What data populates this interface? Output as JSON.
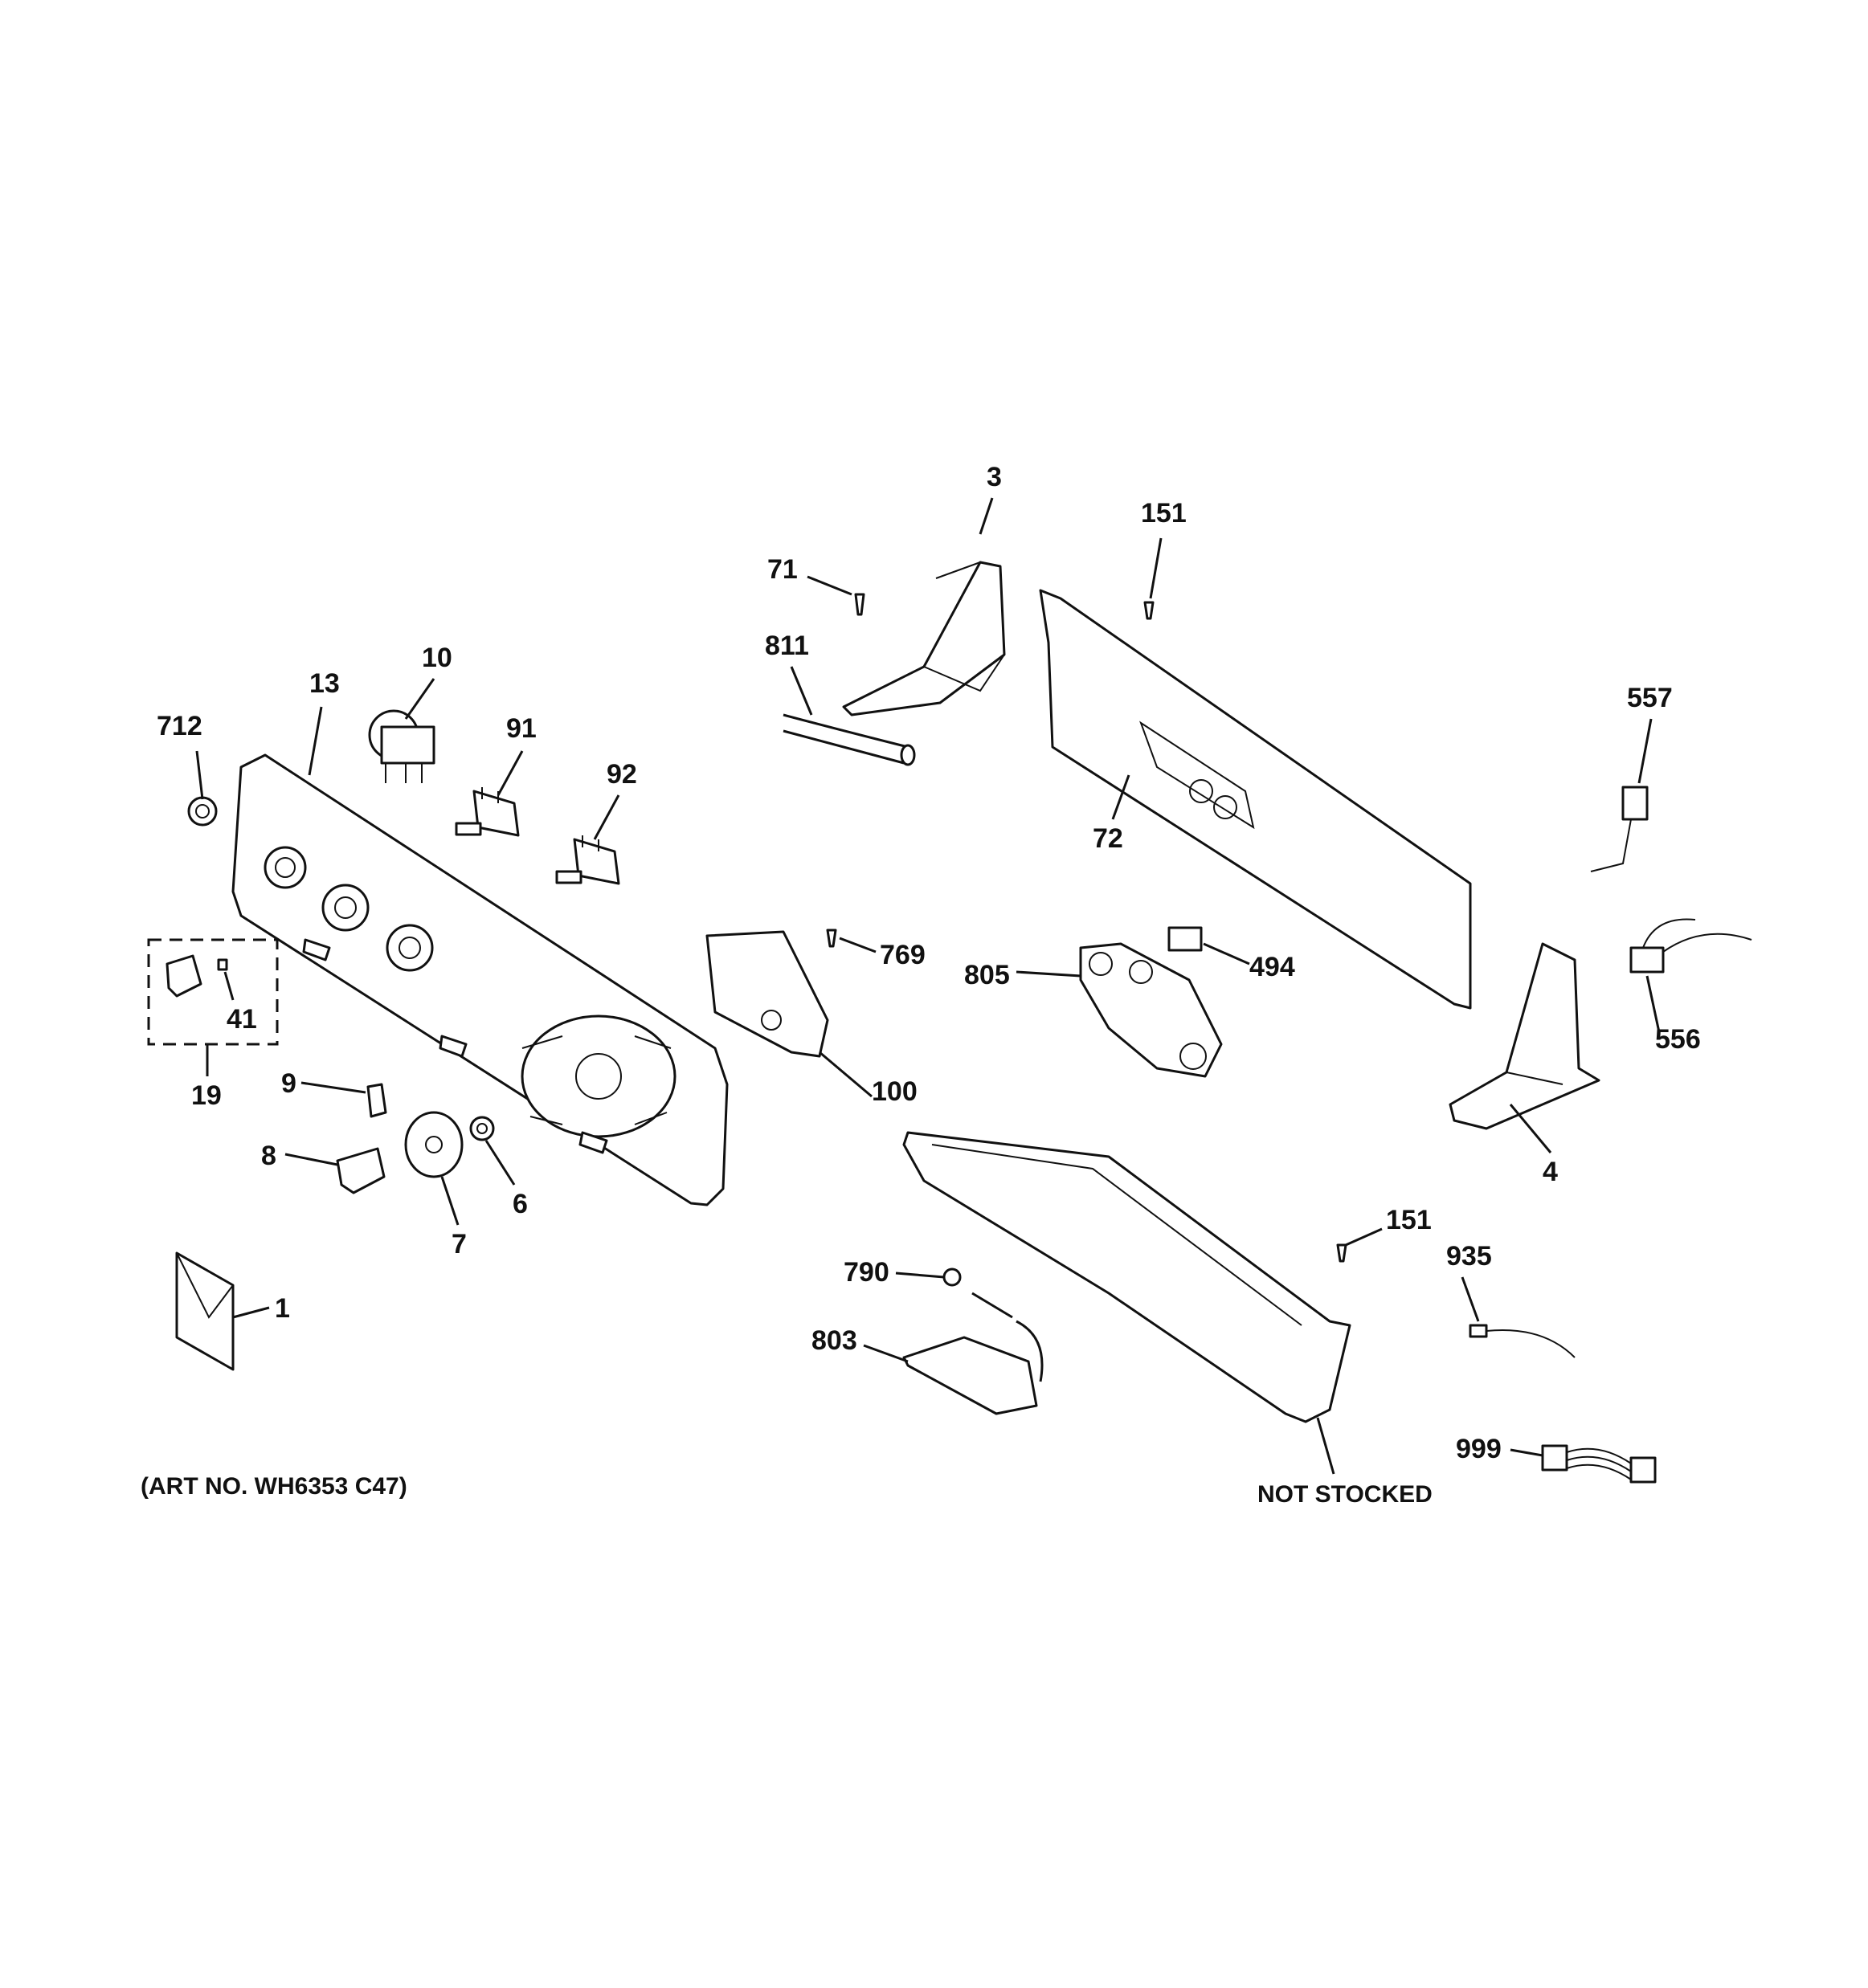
{
  "callouts": {
    "p1": "1",
    "p3": "3",
    "p4": "4",
    "p6": "6",
    "p7": "7",
    "p8": "8",
    "p9": "9",
    "p10": "10",
    "p13": "13",
    "p19": "19",
    "p41": "41",
    "p71": "71",
    "p72": "72",
    "p91": "91",
    "p92": "92",
    "p100": "100",
    "p151a": "151",
    "p151b": "151",
    "p494": "494",
    "p556": "556",
    "p557": "557",
    "p712": "712",
    "p769": "769",
    "p790": "790",
    "p803": "803",
    "p805": "805",
    "p811": "811",
    "p935": "935",
    "p999": "999"
  },
  "notes": {
    "not_stocked": "NOT STOCKED",
    "art_no": "(ART NO. WH6353 C47)"
  }
}
